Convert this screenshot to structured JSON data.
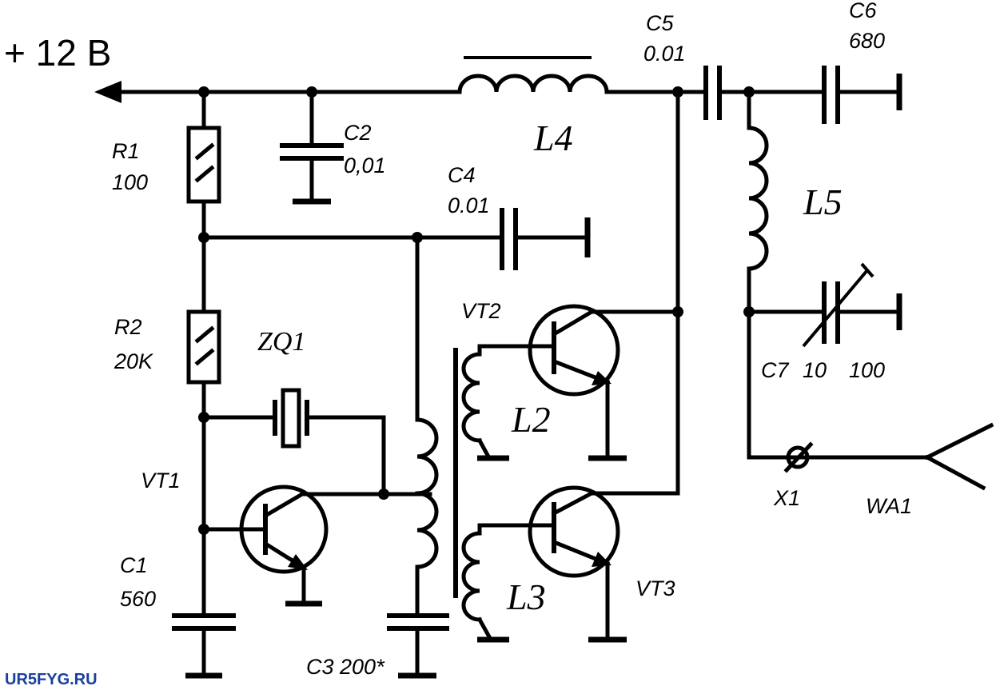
{
  "supply": {
    "label": "+ 12 В"
  },
  "components": {
    "R1": {
      "ref": "R1",
      "value": "100"
    },
    "R2": {
      "ref": "R2",
      "value": "20K"
    },
    "C1": {
      "ref": "C1",
      "value": "560"
    },
    "C2": {
      "ref": "C2",
      "value": "0,01"
    },
    "C3": {
      "ref": "C3 200*"
    },
    "C4": {
      "ref": "C4",
      "value": "0.01"
    },
    "C5": {
      "ref": "C5",
      "value": "0.01"
    },
    "C6": {
      "ref": "C6",
      "value": "680"
    },
    "C7": {
      "ref": "C7",
      "value_min": "10",
      "value_max": "100"
    },
    "L2": {
      "ref": "L2"
    },
    "L3": {
      "ref": "L3"
    },
    "L4": {
      "ref": "L4"
    },
    "L5": {
      "ref": "L5"
    },
    "ZQ1": {
      "ref": "ZQ1"
    },
    "VT1": {
      "ref": "VT1"
    },
    "VT2": {
      "ref": "VT2"
    },
    "VT3": {
      "ref": "VT3"
    },
    "X1": {
      "ref": "X1"
    },
    "WA1": {
      "ref": "WA1"
    }
  },
  "watermark": "UR5FYG.RU",
  "colors": {
    "ink": "#000000",
    "watermark": "#1a3fa0",
    "background": "#ffffff"
  }
}
